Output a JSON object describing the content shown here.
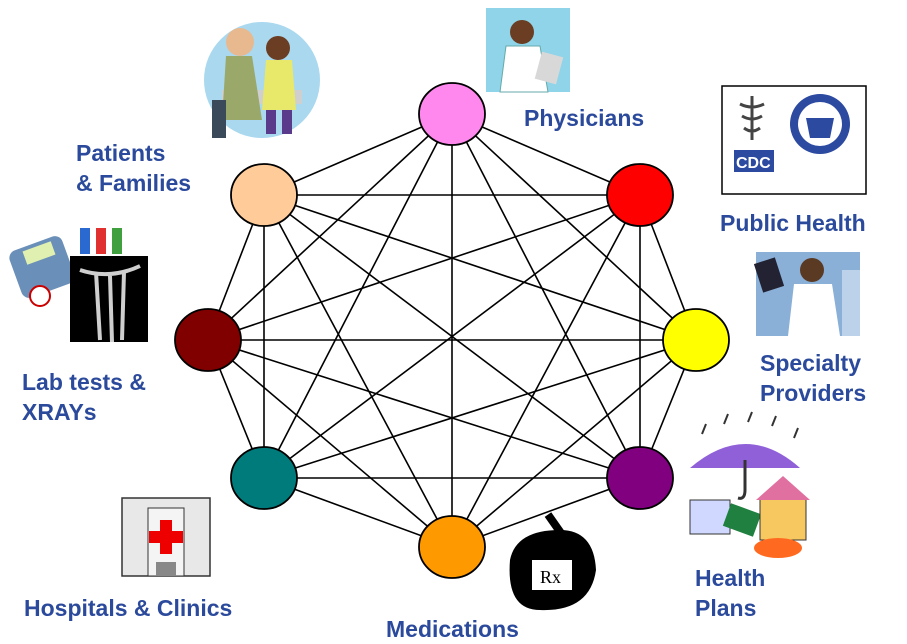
{
  "nodes": [
    {
      "id": "physicians",
      "color": "#ff88ee",
      "label": [
        "Physicians"
      ]
    },
    {
      "id": "public-health",
      "color": "#ff0000",
      "label": [
        "Public Health"
      ]
    },
    {
      "id": "specialty-providers",
      "color": "#ffff00",
      "label": [
        "Specialty",
        "Providers"
      ]
    },
    {
      "id": "health-plans",
      "color": "#800080",
      "label": [
        "Health",
        "Plans"
      ]
    },
    {
      "id": "medications",
      "color": "#ff9900",
      "label": [
        "Medications"
      ]
    },
    {
      "id": "hospitals-clinics",
      "color": "#007b7b",
      "label": [
        "Hospitals & Clinics"
      ]
    },
    {
      "id": "lab-tests-xrays",
      "color": "#800000",
      "label": [
        "Lab tests &",
        "XRAYs"
      ]
    },
    {
      "id": "patients-families",
      "color": "#ffcc99",
      "label": [
        "Patients",
        "& Families"
      ]
    }
  ],
  "clipart": {
    "cdc_text": "CDC",
    "rx_text": "Rx"
  },
  "label_color": "#2b4a9c"
}
